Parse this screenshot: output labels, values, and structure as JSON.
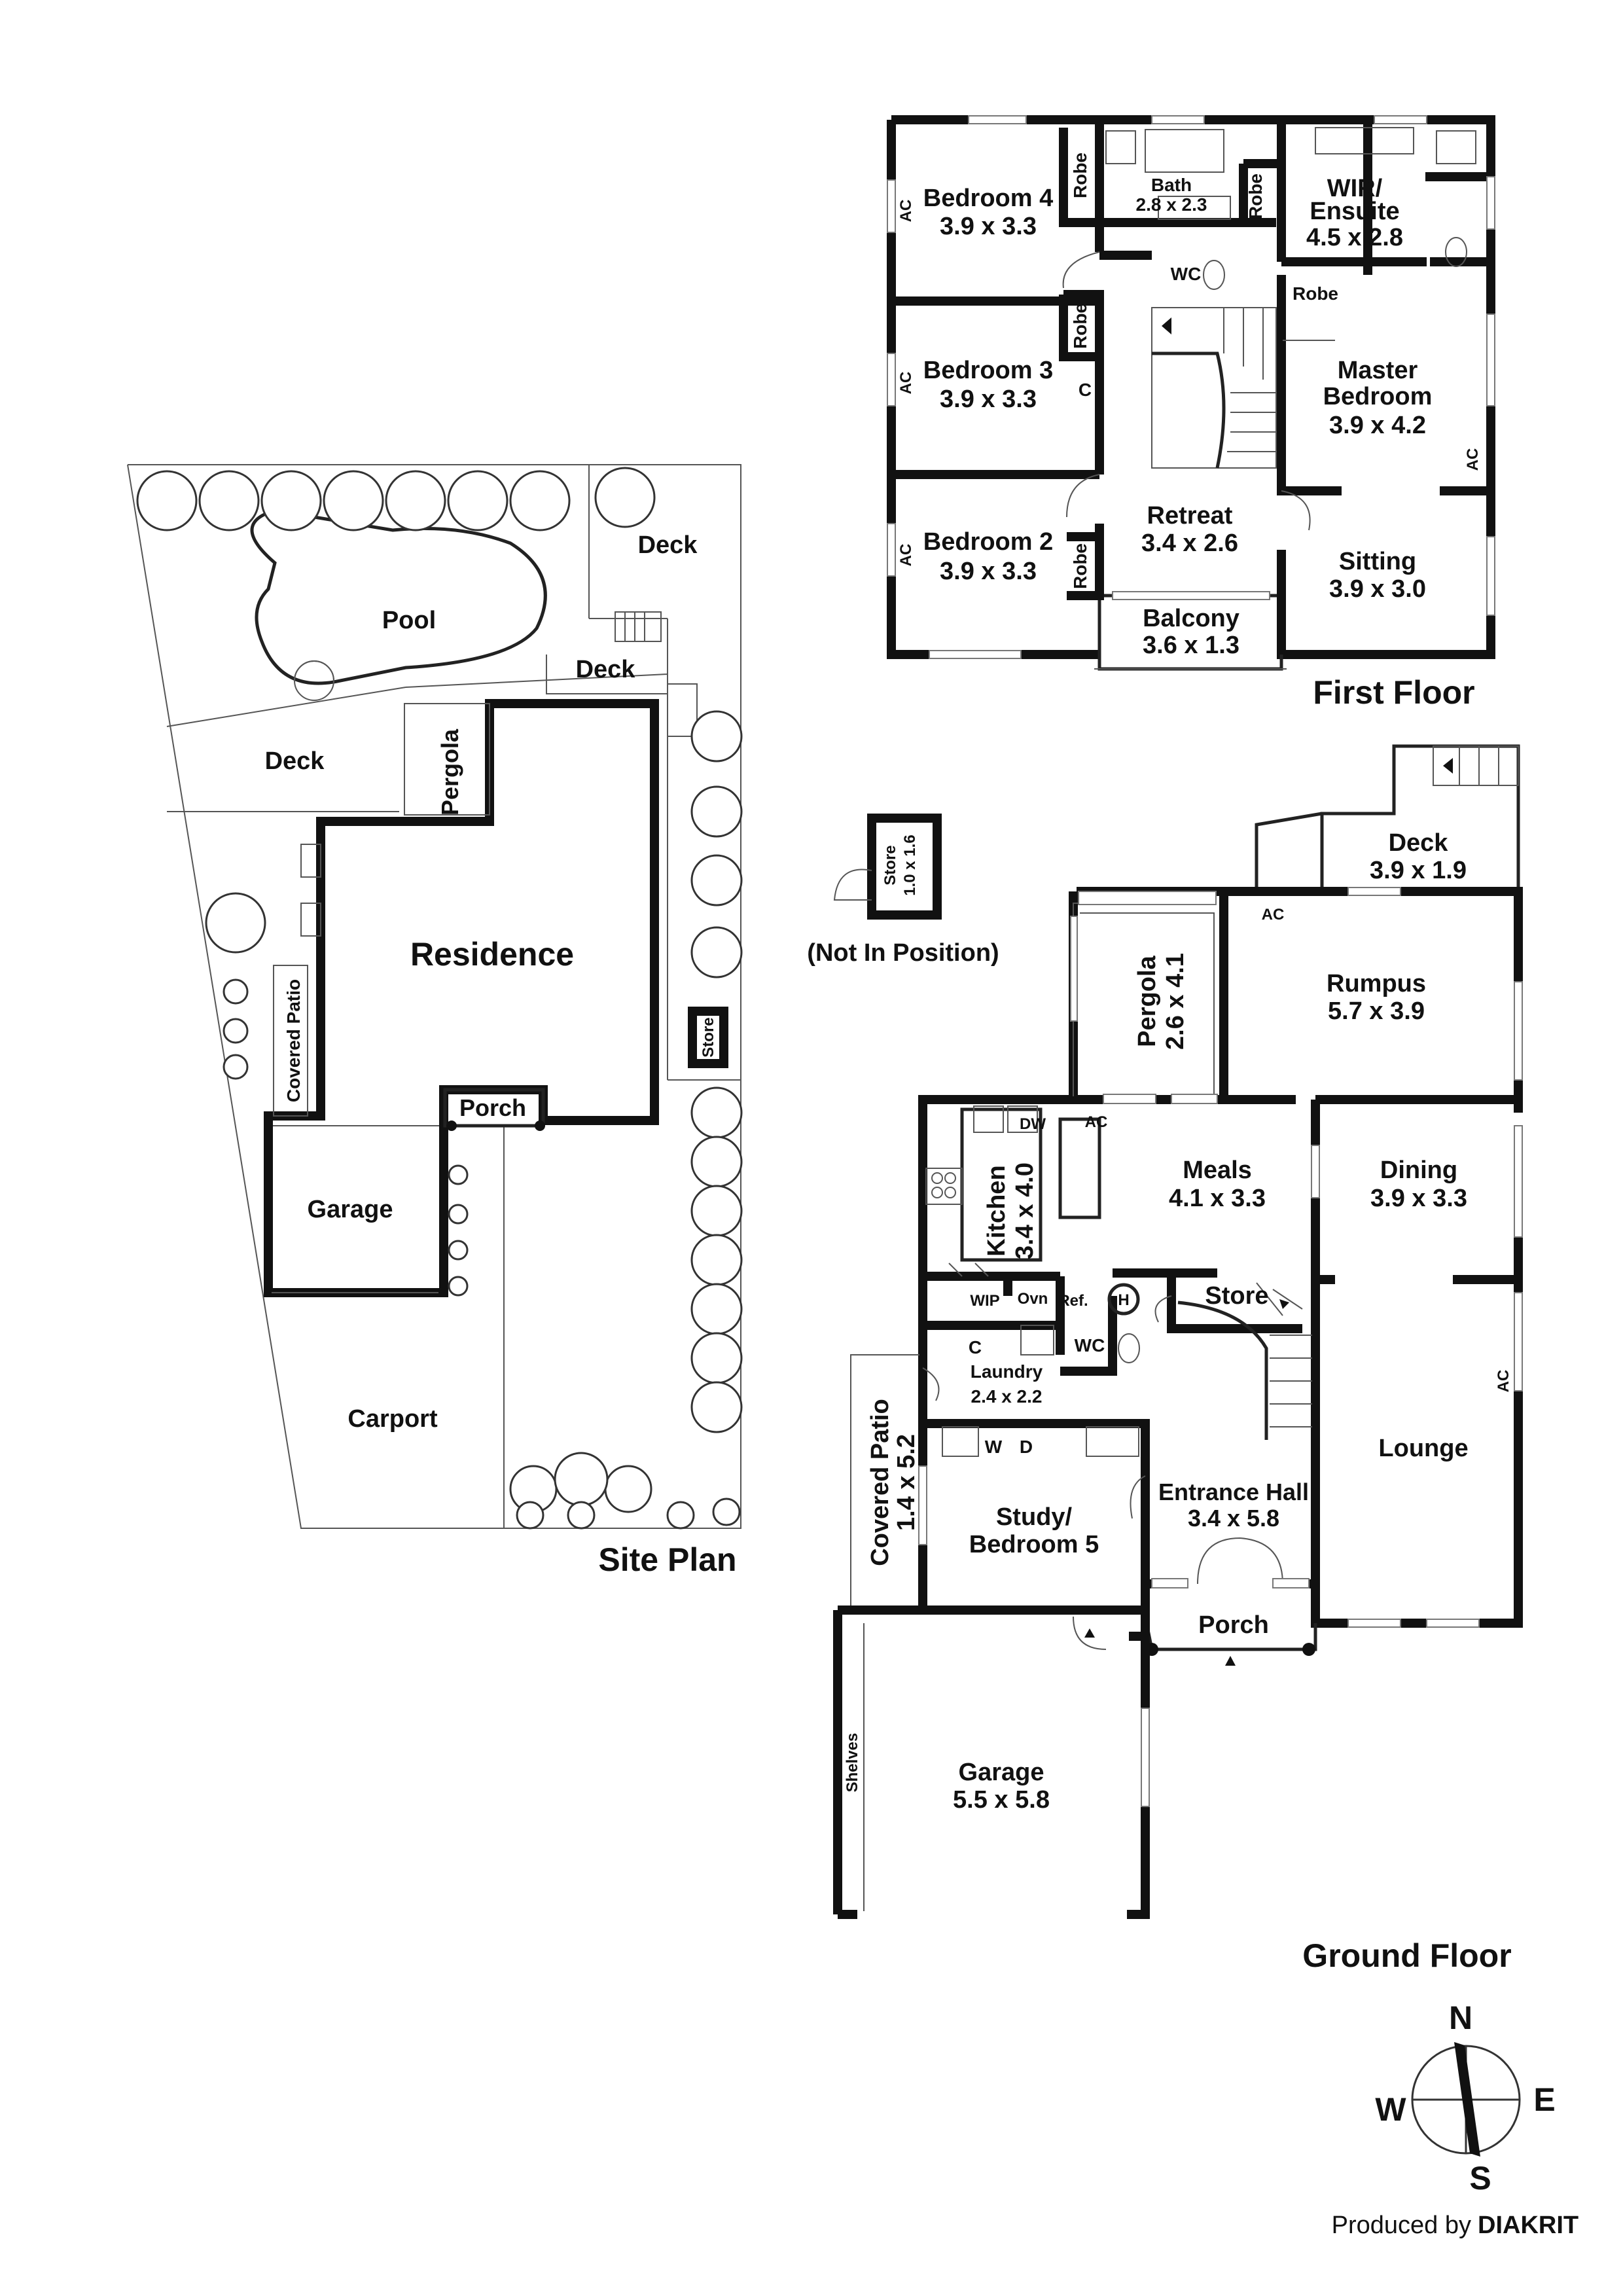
{
  "first_floor": {
    "title": "First Floor",
    "rooms": {
      "bedroom4": {
        "name": "Bedroom 4",
        "dims": "3.9 x 3.3"
      },
      "bath": {
        "name": "Bath",
        "dims": "2.8 x 2.3"
      },
      "wir_ensuite": {
        "line1": "WIR/",
        "line2": "Ensuite",
        "dims": "4.5 x 2.8"
      },
      "bedroom3": {
        "name": "Bedroom 3",
        "dims": "3.9 x 3.3"
      },
      "master": {
        "line1": "Master",
        "line2": "Bedroom",
        "dims": "3.9 x 4.2"
      },
      "bedroom2": {
        "name": "Bedroom 2",
        "dims": "3.9 x 3.3"
      },
      "retreat": {
        "name": "Retreat",
        "dims": "3.4 x 2.6"
      },
      "sitting": {
        "name": "Sitting",
        "dims": "3.9 x 3.0"
      },
      "balcony": {
        "name": "Balcony",
        "dims": "3.6 x 1.3"
      }
    },
    "small_labels": {
      "robe": "Robe",
      "wc": "WC",
      "ac": "AC",
      "c": "C"
    }
  },
  "ground_floor": {
    "title": "Ground Floor",
    "rooms": {
      "deck": {
        "name": "Deck",
        "dims": "3.9 x 1.9"
      },
      "pergola": {
        "name": "Pergola",
        "dims": "2.6 x 4.1"
      },
      "rumpus": {
        "name": "Rumpus",
        "dims": "5.7 x 3.9"
      },
      "kitchen": {
        "name": "Kitchen",
        "dims": "3.4 x 4.0"
      },
      "meals": {
        "name": "Meals",
        "dims": "4.1 x 3.3"
      },
      "dining": {
        "name": "Dining",
        "dims": "3.9 x 3.3"
      },
      "store": {
        "name": "Store"
      },
      "laundry": {
        "name": "Laundry",
        "dims": "2.4 x 2.2"
      },
      "lounge": {
        "name": "Lounge"
      },
      "covered_patio": {
        "name": "Covered Patio",
        "dims": "1.4 x 5.2"
      },
      "study": {
        "line1": "Study/",
        "line2": "Bedroom 5"
      },
      "entrance_hall": {
        "name": "Entrance Hall",
        "dims": "3.4 x 5.8"
      },
      "porch": {
        "name": "Porch"
      },
      "garage": {
        "name": "Garage",
        "dims": "5.5 x 5.8"
      }
    },
    "fixtures": {
      "dw": "DW",
      "wip": "WIP",
      "ovn": "Ovn",
      "ref": "Ref.",
      "h": "H",
      "wc": "WC",
      "c": "C",
      "w": "W",
      "d": "D",
      "ac": "AC",
      "shelves": "Shelves"
    },
    "detached_store": {
      "name": "Store",
      "dims": "1.0 x 1.6",
      "note": "(Not In Position)"
    }
  },
  "site_plan": {
    "title": "Site Plan",
    "labels": {
      "pool": "Pool",
      "deck_right": "Deck",
      "deck_mid": "Deck",
      "deck_left": "Deck",
      "pergola": "Pergola",
      "residence": "Residence",
      "store": "Store",
      "covered_patio": "Covered Patio",
      "porch": "Porch",
      "garage": "Garage",
      "carport": "Carport"
    }
  },
  "compass": {
    "n": "N",
    "e": "E",
    "s": "S",
    "w": "W"
  },
  "credit": {
    "prefix": "Produced by",
    "brand": "DIAKRIT"
  }
}
